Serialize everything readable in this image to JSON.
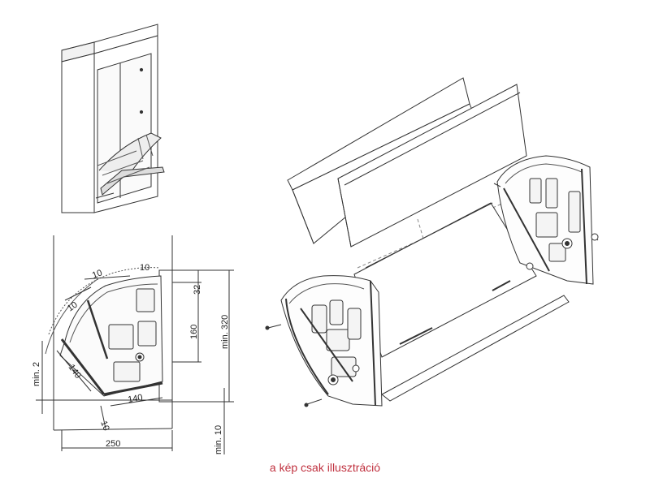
{
  "caption": "a kép csak illusztráció",
  "caption_color": "#c0313f",
  "dimensions": {
    "d10_a": "10",
    "d10_b": "10",
    "d10_c": "10",
    "d10_bottom": "10",
    "d32": "32",
    "d160": "160",
    "d320": "min. 320",
    "dmin2": "min. 2",
    "d140_left": "140",
    "d140_bottom": "140",
    "d250": "250",
    "dmin10": "min. 10"
  }
}
